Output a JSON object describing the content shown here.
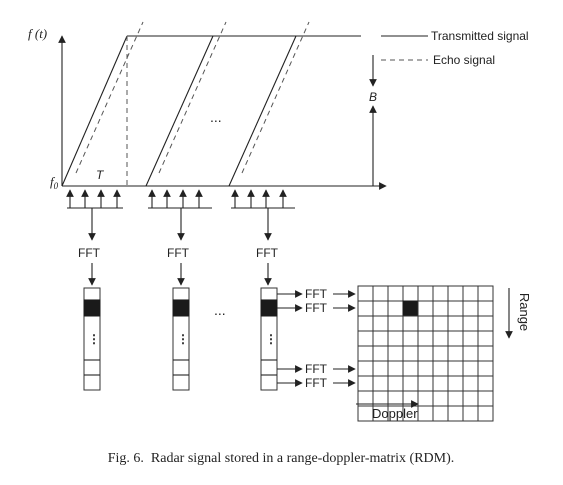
{
  "axis": {
    "y_label": "f (t)",
    "origin_label": "f0",
    "origin_sub": "0",
    "period_label": "T",
    "bandwidth_label": "B"
  },
  "legend": {
    "transmitted": "Transmitted signal",
    "echo": "Echo signal"
  },
  "chirps_ellipsis": "...",
  "fft_label": "FFT",
  "vector_ellipsis": "...",
  "vector_dots": "⋮",
  "rdm": {
    "rows": 9,
    "cols": 9,
    "highlight_row": 1,
    "highlight_col": 3,
    "range_label": "Range",
    "doppler_label": "Doppler"
  },
  "caption": "Fig. 6.  Radar signal stored in a range-doppler-matrix (RDM)."
}
